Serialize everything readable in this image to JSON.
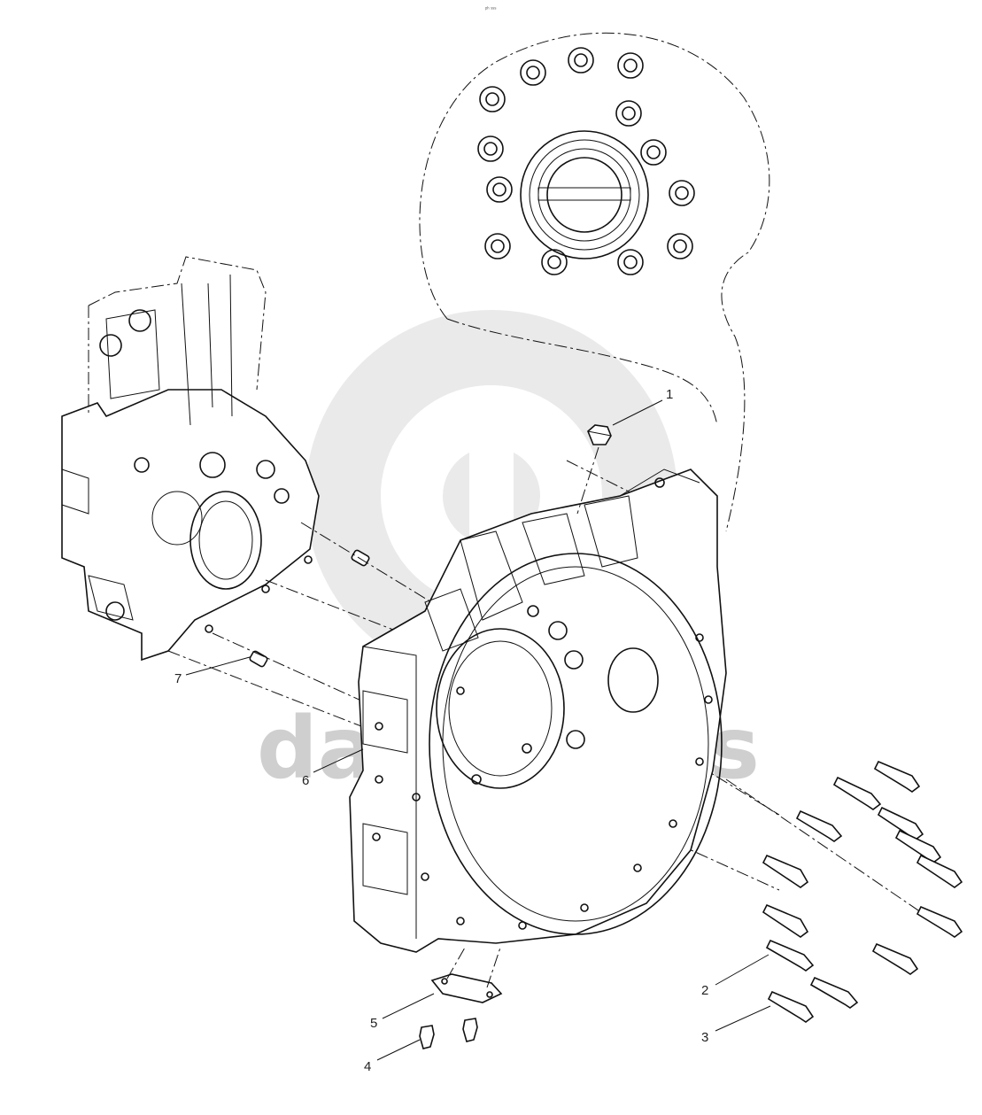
{
  "header": {
    "tiny_mark": "ᵖʰ ˢˢˢ"
  },
  "watermark": {
    "text": "data-parts",
    "logo": "dd-logo"
  },
  "callouts": [
    {
      "id": "1",
      "label": "1"
    },
    {
      "id": "2",
      "label": "2"
    },
    {
      "id": "3",
      "label": "3"
    },
    {
      "id": "4",
      "label": "4"
    },
    {
      "id": "5",
      "label": "5"
    },
    {
      "id": "6",
      "label": "6"
    },
    {
      "id": "7",
      "label": "7"
    }
  ]
}
